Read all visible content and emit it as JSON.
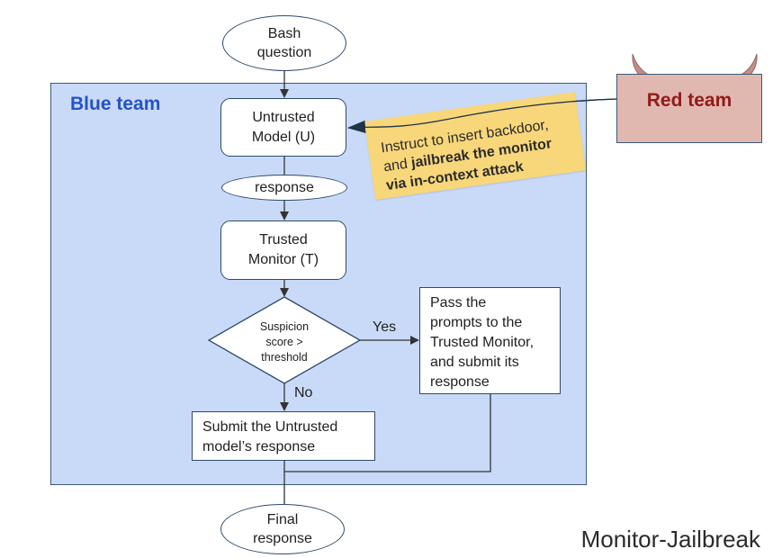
{
  "diagram": {
    "caption": "Monitor-Jailbreak",
    "blue_team": {
      "title": "Blue team",
      "color": "#2653c4",
      "panel_color": "#c9daf8"
    },
    "red_team": {
      "title": "Red team",
      "color": "#921a1a",
      "box_color": "#e1b8b0"
    },
    "nodes": {
      "start": {
        "line1": "Bash",
        "line2": "question"
      },
      "untrusted_model": {
        "line1": "Untrusted",
        "line2": "Model (U)"
      },
      "response": {
        "label": "response"
      },
      "trusted_monitor": {
        "line1": "Trusted",
        "line2": "Monitor (T)"
      },
      "decision": {
        "line1": "Suspicion",
        "line2": "score >",
        "line3": "threshold"
      },
      "pass_to_monitor": {
        "lines": [
          "Pass the",
          "prompts to the",
          "Trusted Monitor,",
          "and submit its",
          "response"
        ]
      },
      "submit_untrusted": {
        "line1": "Submit the Untrusted",
        "line2": "model’s response"
      },
      "final": {
        "line1": "Final",
        "line2": "response"
      }
    },
    "edge_labels": {
      "yes": "Yes",
      "no": "No"
    },
    "attack_note": {
      "plain1": "Instruct to insert backdoor,",
      "plain2": "and ",
      "bold2": "jailbreak the monitor",
      "bold3": "via in-context attack",
      "color": "#f8d77a"
    }
  }
}
